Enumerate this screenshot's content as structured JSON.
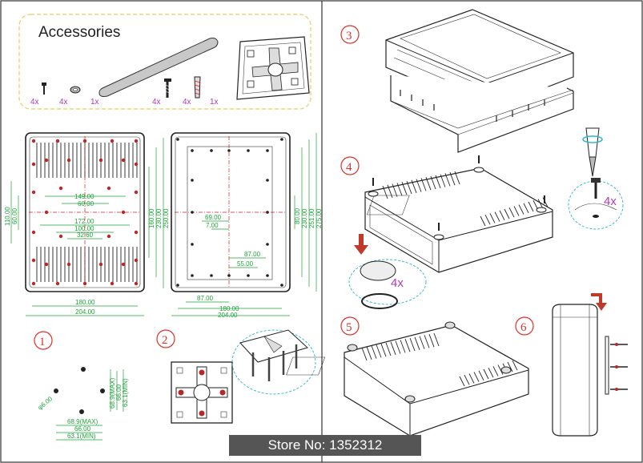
{
  "accessories": {
    "title": "Accessories",
    "counts": [
      "4x",
      "4x",
      "1x",
      "4x",
      "4x",
      "1x"
    ]
  },
  "dims": {
    "left_plate": {
      "vertical": [
        "110.00",
        "60.00",
        "160.00",
        "230.00",
        "250.00"
      ],
      "horizontal": [
        "149.00",
        "60.00",
        "172.00",
        "100.00",
        "32.60",
        "180.00",
        "204.00"
      ]
    },
    "right_plate": {
      "vertical": [
        "80.00",
        "230.00",
        "251.00",
        "275.00"
      ],
      "horizontal": [
        "69.00",
        "7.00",
        "87.00",
        "55.00",
        "87.00",
        "180.00",
        "204.00"
      ]
    },
    "holes": [
      "68.9(MAX)",
      "66.00",
      "63.1(MIN)",
      "68.9(MAX)",
      "66.00",
      "63.1(MIN)",
      "φ6.00"
    ]
  },
  "steps": [
    "1",
    "2",
    "3",
    "4",
    "5",
    "6"
  ],
  "step4_count": "4x",
  "step5_count": "4x",
  "store_banner": "Store No: 1352312"
}
